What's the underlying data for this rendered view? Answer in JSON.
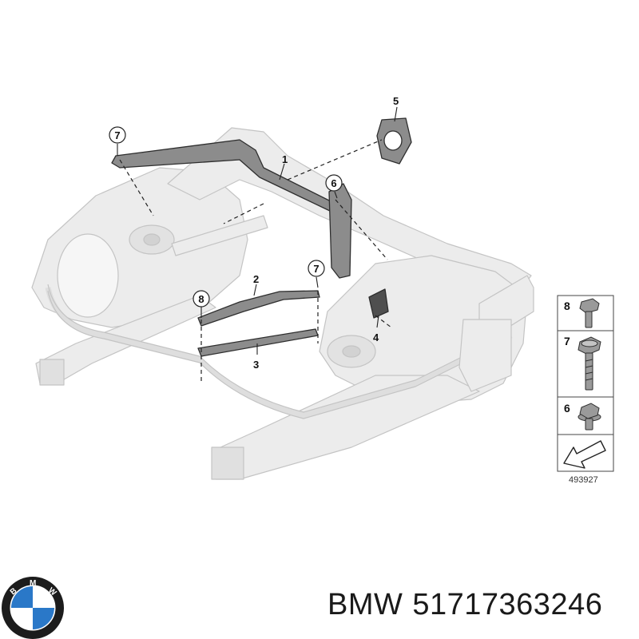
{
  "callouts": {
    "c1": "1",
    "c2": "2",
    "c3": "3",
    "c4": "4",
    "c5": "5",
    "c6": "6",
    "c7a": "7",
    "c7b": "7",
    "c8": "8"
  },
  "legend": {
    "items": [
      {
        "number": "8",
        "part": "bolt-short"
      },
      {
        "number": "7",
        "part": "bolt-long"
      },
      {
        "number": "6",
        "part": "flange-bolt"
      }
    ]
  },
  "reference_number": "493927",
  "caption": {
    "brand": "BMW",
    "part_number": "51717363246"
  },
  "logo": {
    "letters": "BMW",
    "colors": {
      "ring": "#1c1c1c",
      "blue": "#2a78c8",
      "white": "#ffffff"
    }
  },
  "colors": {
    "frame_fill": "#ececec",
    "frame_stroke": "#c4c4c4",
    "part_fill": "#8c8c8c",
    "part_stroke": "#2e2e2e",
    "ink": "#111111"
  }
}
